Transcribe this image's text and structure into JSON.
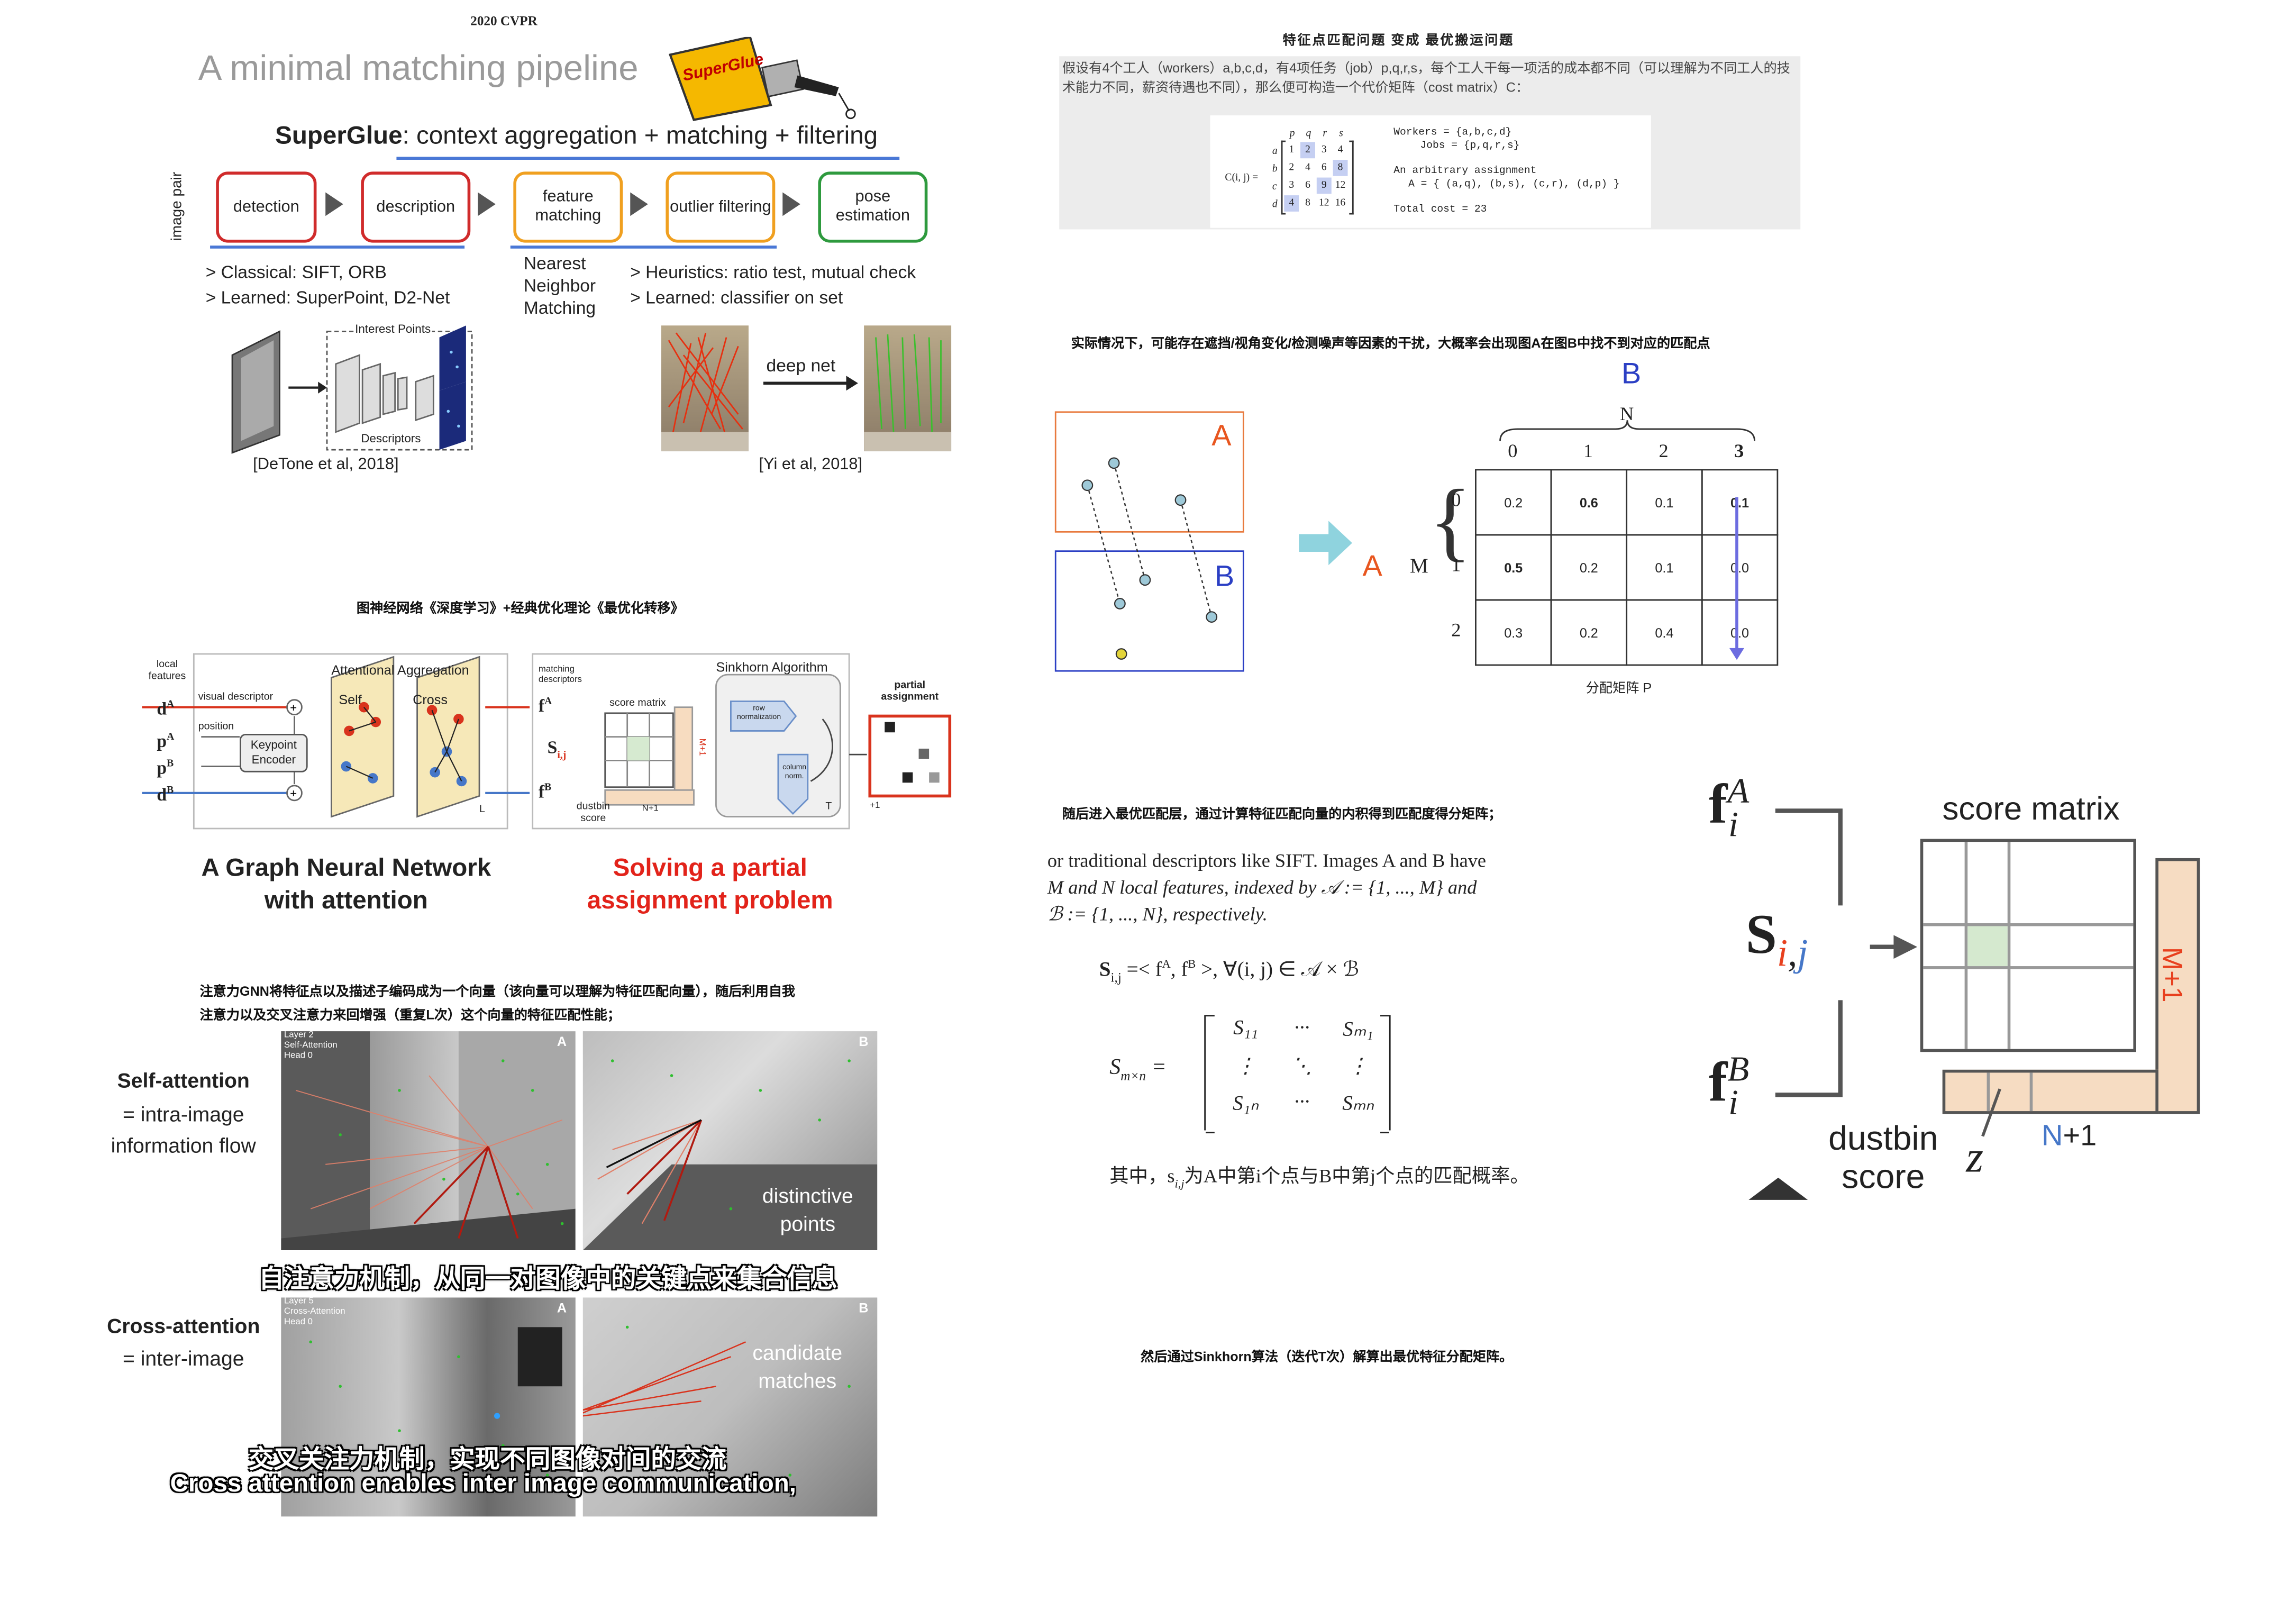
{
  "top_left": {
    "conference": "2020 CVPR",
    "title": "A minimal matching pipeline",
    "logo_text": "SuperGlue",
    "subtitle_bold": "SuperGlue",
    "subtitle_rest": ": context aggregation + matching + filtering",
    "image_pair_label": "image pair",
    "stages": [
      "detection",
      "description",
      "feature matching",
      "outlier filtering",
      "pose estimation"
    ],
    "classical_line": "> Classical: SIFT, ORB",
    "learned_line": "> Learned: SuperPoint, D2-Net",
    "nn_text": "Nearest Neighbor Matching",
    "heuristics_line": "> Heuristics: ratio test, mutual check",
    "classifier_line": "> Learned: classifier on set",
    "interest_points": "Interest Points",
    "descriptors": "Descriptors",
    "deep_net": "deep net",
    "cite_detone": "[DeTone et al, 2018]",
    "cite_yi": "[Yi et al, 2018]"
  },
  "gnn_section": {
    "caption": "图神经网络《深度学习》+经典优化理论《最优化转移》",
    "local_features": "local features",
    "visual_descriptor": "visual descriptor",
    "position": "position",
    "keypoint_encoder": "Keypoint Encoder",
    "attentional_aggregation": "Attentional Aggregation",
    "self_label": "Self",
    "cross_label": "Cross",
    "L_label": "L",
    "matching_descriptors": "matching descriptors",
    "sinkhorn_algorithm": "Sinkhorn Algorithm",
    "score_matrix": "score matrix",
    "row_normalization": "row normalization",
    "column_norm": "column norm.",
    "T_label": "T",
    "dustbin_score": "dustbin score",
    "partial_assignment": "partial assignment",
    "m_plus_1": "M+1",
    "n_plus_1": "N+1",
    "plus_1": "+1",
    "left_caption": "A Graph Neural Network with attention",
    "right_caption": "Solving a partial assignment problem"
  },
  "attention_section": {
    "caption_line1": "注意力GNN将特征点以及描述子编码成为一个向量（该向量可以理解为特征匹配向量），随后利用自我",
    "caption_line2": "注意力以及交叉注意力来回增强（重复L次）这个向量的特征匹配性能；",
    "self_attention_title": "Self-attention",
    "self_attention_desc": "= intra-image information flow",
    "cross_attention_title": "Cross-attention",
    "cross_attention_desc": "= inter-image",
    "overlay_layer_self": "Layer 2",
    "overlay_self": "Self-Attention",
    "overlay_head": "Head 0",
    "overlay_layer_cross": "Layer 5",
    "overlay_cross": "Cross-Attention",
    "label_A": "A",
    "label_B": "B",
    "distinctive_points": "distinctive points",
    "candidate_matches": "candidate matches",
    "subtitle_self_cn": "自注意力机制，从同一对图像中的关键点来集合信息",
    "subtitle_cross_cn": "交叉关注力机制，实现不同图像对间的交流",
    "subtitle_cross_en": "Cross attention enables inter image communication,"
  },
  "cost_section": {
    "title": "特征点匹配问题 变成 最优搬运问题",
    "desc": "假设有4个工人（workers）a,b,c,d，有4项任务（job）p,q,r,s，每个工人干每一项活的成本都不同（可以理解为不同工人的技术能力不同，薪资待遇也不同），那么便可构造一个代价矩阵（cost matrix）C：",
    "matrix_label": "C(i, j) =",
    "col_labels": [
      "p",
      "q",
      "r",
      "s"
    ],
    "row_labels": [
      "a",
      "b",
      "c",
      "d"
    ],
    "matrix": [
      [
        "1",
        "2",
        "3",
        "4"
      ],
      [
        "2",
        "4",
        "6",
        "8"
      ],
      [
        "3",
        "6",
        "9",
        "12"
      ],
      [
        "4",
        "8",
        "12",
        "16"
      ]
    ],
    "highlighted": [
      [
        0,
        1
      ],
      [
        1,
        3
      ],
      [
        2,
        2
      ],
      [
        3,
        0
      ]
    ],
    "workers_line": "Workers = {a,b,c,d}",
    "jobs_line": "Jobs = {p,q,r,s}",
    "assign_line1": "An arbitrary assignment",
    "assign_line2": "A = { (a,q), (b,s), (c,r), (d,p) }",
    "total_cost": "Total cost = 23"
  },
  "occlusion_section": {
    "caption": "实际情况下，可能存在遮挡/视角变化/检测噪声等因素的干扰，大概率会出现图A在图B中找不到对应的匹配点",
    "label_A": "A",
    "label_B": "B",
    "N": "N",
    "M": "M",
    "col_headers": [
      "0",
      "1",
      "2",
      "3"
    ],
    "row_headers": [
      "0",
      "1",
      "2"
    ],
    "matrix": [
      [
        "0.2",
        "0.6",
        "0.1",
        "0.1"
      ],
      [
        "0.5",
        "0.2",
        "0.1",
        "0.0"
      ],
      [
        "0.3",
        "0.2",
        "0.4",
        "0.0"
      ]
    ],
    "matrix_caption": "分配矩阵 P",
    "bold_cells": [
      [
        0,
        1
      ],
      [
        1,
        0
      ],
      [
        0,
        3
      ]
    ]
  },
  "score_section": {
    "caption": "随后进入最优匹配层，通过计算特征匹配向量的内积得到匹配度得分矩阵；",
    "para_line1": "or traditional descriptors like SIFT. Images A and B have",
    "para_line2": "M and N local features, indexed by 𝒜 := {1, ..., M} and",
    "para_line3": "ℬ := {1, ..., N}, respectively.",
    "formula1": "S",
    "formula1_sub": "i,j",
    "formula1_rest": " =< f",
    "formula1_rest2": ", f",
    "formula1_rest3": " >, ∀(i, j) ∈ 𝒜 × ℬ",
    "smxn": "S",
    "smxn_sub": "m×n",
    "matrix_cells": [
      "S₁₁",
      "···",
      "Sₘ₁",
      "⋮",
      "⋱",
      "⋮",
      "S₁ₙ",
      "···",
      "Sₘₙ"
    ],
    "explain": "其中，s",
    "explain_sub": "i,j",
    "explain_rest": "为A中第i个点与B中第j个点的匹配概率。",
    "fA": "f",
    "fB": "f",
    "sup_A": "A",
    "sup_B": "B",
    "sub_i": "i",
    "S_ij_S": "S",
    "S_ij_i": "i",
    "S_ij_j": "j",
    "score_matrix": "score matrix",
    "m_plus_1": "M+1",
    "dustbin": "dustbin",
    "score": "score",
    "z": "z",
    "n_label": "N",
    "n_plus": "+1"
  },
  "sinkhorn_section": {
    "caption": "然后通过Sinkhorn算法（迭代T次）解算出最优特征分配矩阵。"
  }
}
